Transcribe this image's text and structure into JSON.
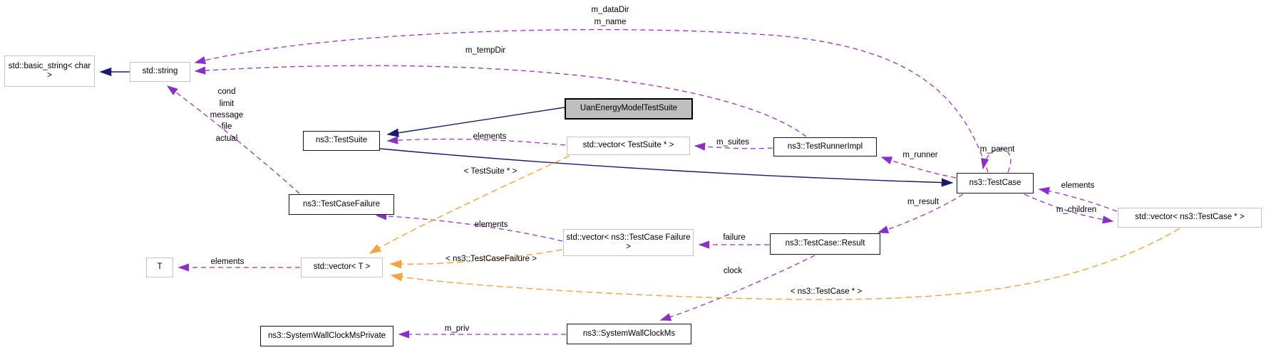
{
  "diagram_type": "doxygen-collaboration-graph",
  "colors": {
    "inheritance_edge": "#191970",
    "usage_edge": "#9a32cd",
    "template_edge": "#f7a33d",
    "node_border_documented": "#141414",
    "node_border_external": "#c3c3c3",
    "highlight_node_fill": "#bfbfbf",
    "background": "#ffffff"
  },
  "nodes": [
    {
      "id": "basic-string",
      "label": "std::basic_string< char >"
    },
    {
      "id": "string",
      "label": "std::string"
    },
    {
      "id": "testsuite",
      "label": "ns3::TestSuite"
    },
    {
      "id": "uan-energy-testsuite",
      "label": "UanEnergyModelTestSuite"
    },
    {
      "id": "vector-testsuite",
      "label": "std::vector< TestSuite * >"
    },
    {
      "id": "testrunnerimpl",
      "label": "ns3::TestRunnerImpl"
    },
    {
      "id": "testcase",
      "label": "ns3::TestCase"
    },
    {
      "id": "vector-testcase",
      "label": "std::vector< ns3::TestCase * >"
    },
    {
      "id": "testcasefailure",
      "label": "ns3::TestCaseFailure"
    },
    {
      "id": "vector-testcasefailure",
      "label": "std::vector< ns3::TestCase Failure >"
    },
    {
      "id": "testcase-result",
      "label": "ns3::TestCase::Result"
    },
    {
      "id": "t",
      "label": "T"
    },
    {
      "id": "vector-t",
      "label": "std::vector< T >"
    },
    {
      "id": "systemwallclockms-private",
      "label": "ns3::SystemWallClockMsPrivate"
    },
    {
      "id": "systemwallclockms",
      "label": "ns3::SystemWallClockMs"
    }
  ],
  "edge_labels": [
    {
      "text": "m_dataDir"
    },
    {
      "text": "m_name"
    },
    {
      "text": "m_tempDir"
    },
    {
      "text": "cond"
    },
    {
      "text": "limit"
    },
    {
      "text": "message"
    },
    {
      "text": "file"
    },
    {
      "text": "actual"
    },
    {
      "text": "elements"
    },
    {
      "text": "m_suites"
    },
    {
      "text": "m_runner"
    },
    {
      "text": "m_parent"
    },
    {
      "text": "elements"
    },
    {
      "text": "m_children"
    },
    {
      "text": "m_result"
    },
    {
      "text": "failure"
    },
    {
      "text": "< TestSuite * >"
    },
    {
      "text": "elements"
    },
    {
      "text": "< ns3::TestCaseFailure >"
    },
    {
      "text": "elements"
    },
    {
      "text": "clock"
    },
    {
      "text": "< ns3::TestCase * >"
    },
    {
      "text": "m_priv"
    }
  ]
}
